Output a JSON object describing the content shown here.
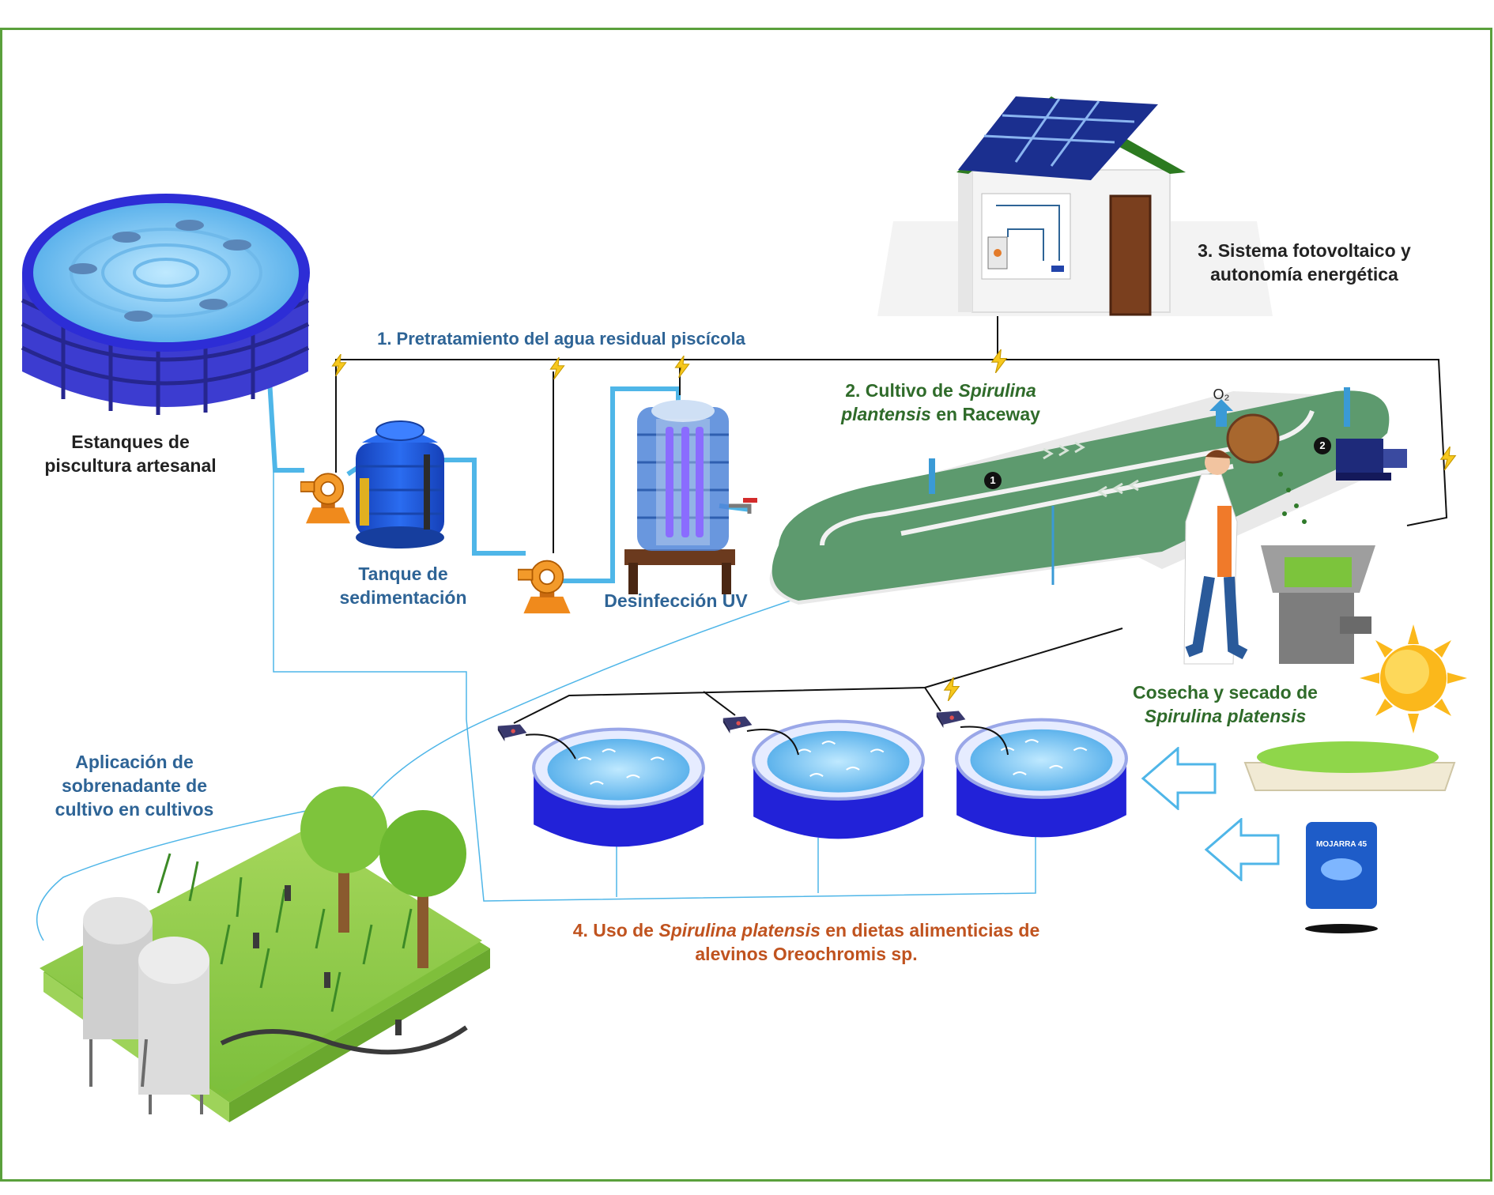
{
  "labels": {
    "ponds": [
      "Estanques de",
      "piscultura artesanal"
    ],
    "step1": "1. Pretratamiento del agua residual piscícola",
    "sedimentation": [
      "Tanque de",
      "sedimentación"
    ],
    "uv": "Desinfección UV",
    "step2": {
      "prefix": "2. Cultivo de ",
      "italic1": "Spirulina",
      "italic2": "plantensis",
      "suffix": " en Raceway"
    },
    "step3": [
      "3. Sistema fotovoltaico y",
      "autonomía energética"
    ],
    "harvest": {
      "line1": "Cosecha y secado de",
      "italic": "Spirulina platensis"
    },
    "application": [
      "Aplicación de",
      "sobrenadante de",
      "cultivo en cultivos"
    ],
    "step4": {
      "prefix": "4. Uso de ",
      "italic": "Spirulina platensis",
      "suffix": " en dietas alimenticias de",
      "line2": "alevinos Oreochromis sp."
    },
    "feed_bag": "MOJARRA 45",
    "raceway_markers": [
      "1",
      "2"
    ],
    "oxygen": "O₂"
  },
  "colors": {
    "frame": "#5aa03c",
    "pipe": "#4fb6e8",
    "pump": "#f08a1c",
    "tank_blue": "#1f5fd6",
    "raceway_green": "#5d9a6e",
    "solar": "#1b2f8f",
    "grass": "#8cc84b",
    "sun": "#fbb81b",
    "bolt": "#f7c81e"
  },
  "icons": [
    "fish-pond-icon",
    "pump-icon",
    "sedimentation-tank-icon",
    "uv-disinfection-tank-icon",
    "solar-house-icon",
    "raceway-icon",
    "scientist-icon",
    "dryer-machine-icon",
    "sun-icon",
    "spirulina-tray-icon",
    "feed-bag-icon",
    "fingerling-tank-icon",
    "aerator-icon",
    "irrigation-field-icon",
    "tree-icon",
    "silo-icon",
    "lightning-bolt-icon",
    "arrow-icon"
  ]
}
